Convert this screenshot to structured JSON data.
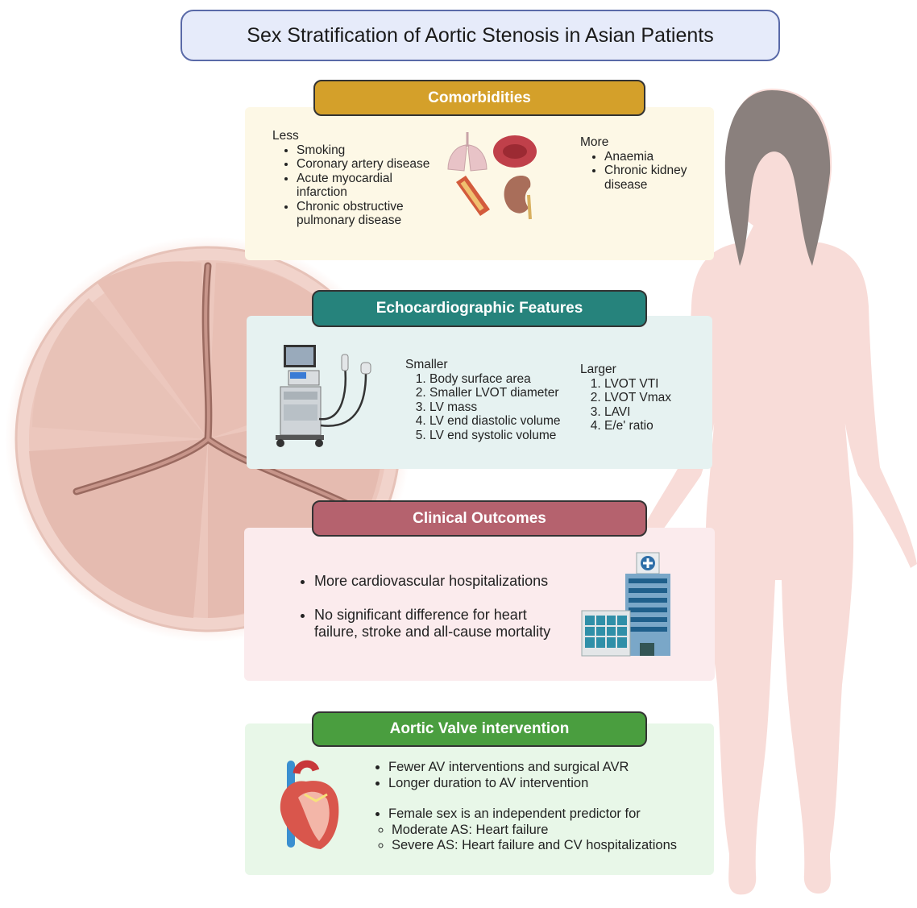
{
  "title": "Sex Stratification of Aortic Stenosis in Asian Patients",
  "comorbidities": {
    "header": "Comorbidities",
    "less_label": "Less",
    "less_items": [
      "Smoking",
      "Coronary artery disease",
      "Acute myocardial infarction",
      "Chronic obstructive pulmonary disease"
    ],
    "more_label": "More",
    "more_items": [
      "Anaemia",
      "Chronic kidney disease"
    ],
    "icons": [
      "lungs-icon",
      "red-blood-cell-icon",
      "artery-plaque-icon",
      "kidney-icon"
    ]
  },
  "echo": {
    "header": "Echocardiographic Features",
    "smaller_label": "Smaller",
    "smaller_items": [
      "Body surface area",
      "Smaller LVOT diameter",
      "LV mass",
      "LV end diastolic volume",
      "LV end systolic volume"
    ],
    "larger_label": "Larger",
    "larger_items": [
      "LVOT VTI",
      "LVOT Vmax",
      "LAVI",
      "E/e' ratio"
    ],
    "icon": "ultrasound-machine-icon"
  },
  "outcomes": {
    "header": "Clinical Outcomes",
    "items": [
      "More cardiovascular hospitalizations",
      "No significant difference for heart failure, stroke and all-cause mortality"
    ],
    "icon": "hospital-icon"
  },
  "intervention": {
    "header": "Aortic Valve intervention",
    "items": [
      "Fewer AV interventions and surgical AVR",
      "Longer duration to AV intervention"
    ],
    "predictor": "Female sex is an independent predictor for",
    "sub_items": [
      "Moderate AS: Heart failure",
      "Severe AS: Heart failure and CV hospitalizations"
    ],
    "icon": "heart-icon"
  },
  "background": [
    "aortic-valve-illustration",
    "female-body-silhouette"
  ],
  "colors": {
    "title_bg": "#e6ebfa",
    "title_border": "#5a6aa8",
    "comorbidities_header": "#d4a02a",
    "comorbidities_panel": "#fdf8e6",
    "echo_header": "#26837c",
    "echo_panel": "#e6f2f1",
    "outcomes_header": "#b5626e",
    "outcomes_panel": "#fbebed",
    "intervention_header": "#4a9e3f",
    "intervention_panel": "#e8f7e8"
  }
}
